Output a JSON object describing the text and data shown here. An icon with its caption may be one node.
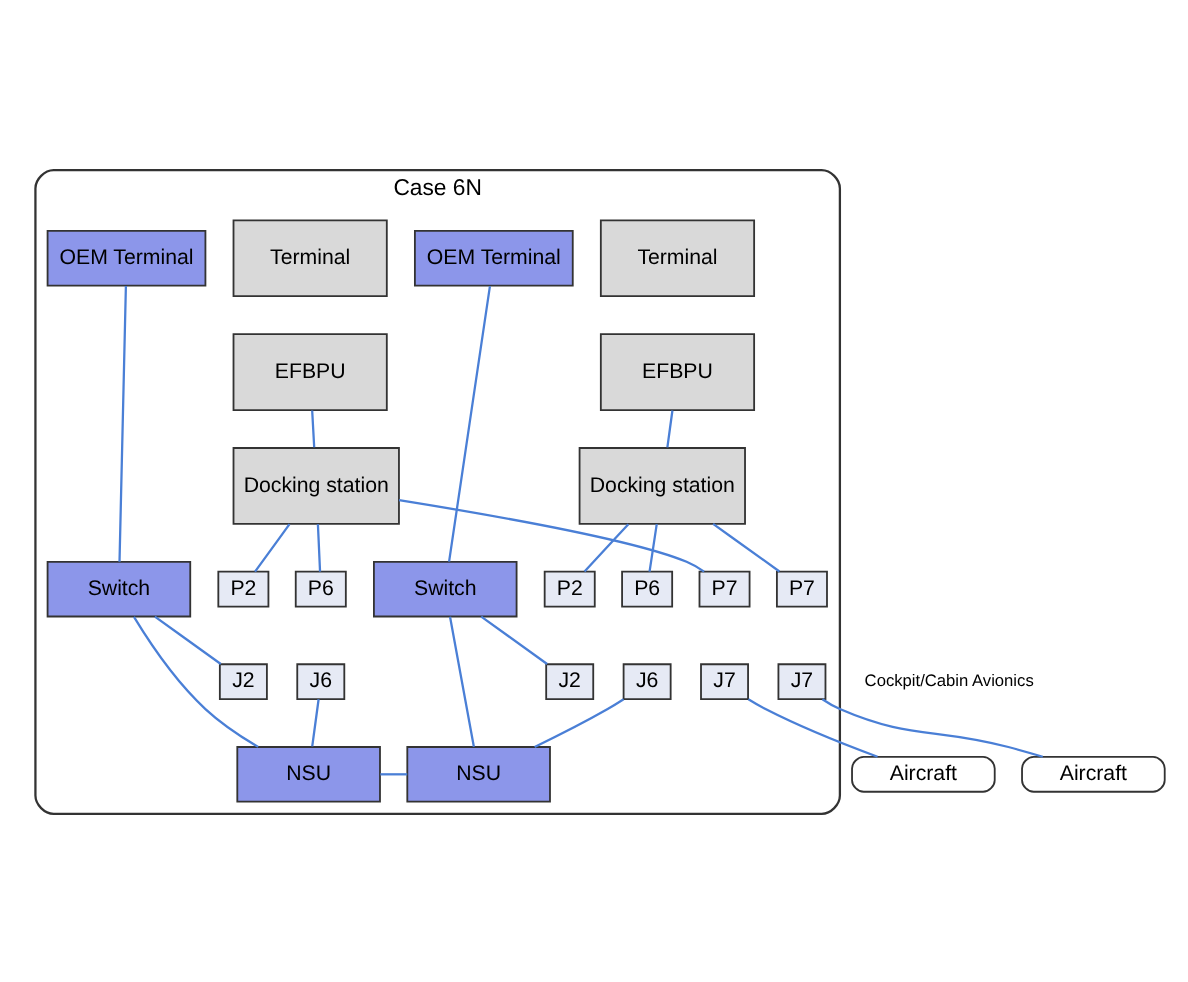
{
  "diagram": {
    "nodes": [
      {
        "text": [
          "Case 6N"
        ]
      },
      {
        "text": [
          "OEM Terminal"
        ],
        "in": 0
      },
      {
        "text": [
          "Terminal"
        ],
        "in": 0
      },
      {
        "text": [
          "EFBPU"
        ],
        "in": 0
      },
      {
        "text": [
          "Docking station"
        ],
        "in": 0
      },
      {
        "text": [
          "P2"
        ],
        "in": 0
      },
      {
        "text": [
          "P6"
        ],
        "in": 0
      },
      {
        "text": [
          "P7"
        ],
        "in": 0
      },
      {
        "text": [
          "J2"
        ],
        "in": 0
      },
      {
        "text": [
          "J6"
        ],
        "in": 0
      },
      {
        "text": [
          "J7"
        ],
        "in": 0
      },
      {
        "text": [
          "Switch"
        ],
        "in": 0
      },
      {
        "text": [
          "NSU"
        ],
        "in": 0
      },
      {
        "text": [
          "Aircraft"
        ]
      },
      {
        "text": [
          "Terminal"
        ],
        "in": 0
      },
      {
        "text": [
          "EFBPU"
        ],
        "in": 0
      },
      {
        "text": [
          "OEM Terminal"
        ],
        "in": 0
      },
      {
        "text": [
          "Docking station"
        ],
        "in": 0
      },
      {
        "text": [
          "P7"
        ],
        "in": 0
      },
      {
        "text": [
          "P6"
        ],
        "in": 0
      },
      {
        "text": [
          "P2"
        ],
        "in": 0
      },
      {
        "text": [
          "J7"
        ],
        "in": 0
      },
      {
        "text": [
          "J6"
        ],
        "in": 0
      },
      {
        "text": [
          "J2"
        ],
        "in": 0
      },
      {
        "text": [
          "Switch"
        ],
        "in": 0
      },
      {
        "text": [
          "NSU"
        ],
        "in": 0
      },
      {
        "text": [
          "Aircraft"
        ]
      }
    ],
    "edges": [
      {
        "from": 1,
        "to": 11,
        "arrow": "none"
      },
      {
        "from": 3,
        "to": 4,
        "arrow": "none"
      },
      {
        "from": 4,
        "to": 5,
        "arrow": "none"
      },
      {
        "from": 4,
        "to": 6,
        "arrow": "none"
      },
      {
        "from": 4,
        "to": 7,
        "arrow": "none"
      },
      {
        "from": 11,
        "to": 8,
        "arrow": "none"
      },
      {
        "from": 11,
        "to": 12,
        "arrow": "none"
      },
      {
        "from": 9,
        "to": 12,
        "arrow": "none"
      },
      {
        "from": 10,
        "to": 13,
        "arrow": "none"
      },
      {
        "from": 12,
        "to": 25,
        "arrow": "none"
      },
      {
        "from": 15,
        "to": 17,
        "arrow": "none"
      },
      {
        "from": 16,
        "to": 24,
        "arrow": "none"
      },
      {
        "from": 17,
        "to": 18,
        "arrow": "none"
      },
      {
        "from": 17,
        "to": 19,
        "arrow": "none"
      },
      {
        "from": 17,
        "to": 20,
        "arrow": "none"
      },
      {
        "from": 24,
        "to": 23,
        "arrow": "none"
      },
      {
        "from": 24,
        "to": 25,
        "arrow": "none"
      },
      {
        "from": 22,
        "to": 25,
        "arrow": "none"
      },
      {
        "from": 21,
        "to": 26,
        "arrow": "none"
      }
    ],
    "labels": [
      "Cockpit/Cabin Avionics"
    ]
  }
}
